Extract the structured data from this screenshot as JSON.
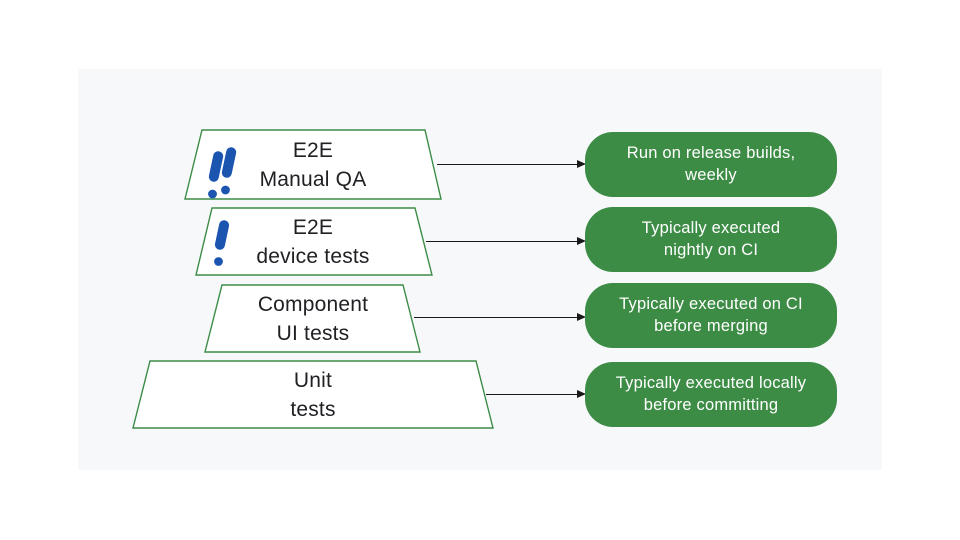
{
  "colors": {
    "green": "#3d8c46",
    "blue": "#1b55b0",
    "text-dark": "#202124",
    "arrow": "#1a1a1a",
    "panel-bg": "#f7f8fa",
    "page-bg": "#ffffff",
    "pill-text": "#ffffff"
  },
  "pyramid": {
    "levels": [
      {
        "id": "e2e-manual-qa",
        "line1": "E2E",
        "line2": "Manual QA",
        "priority_icon": "double-exclamation-icon"
      },
      {
        "id": "e2e-device-tests",
        "line1": "E2E",
        "line2": "device tests",
        "priority_icon": "single-exclamation-icon"
      },
      {
        "id": "component-ui-tests",
        "line1": "Component",
        "line2": "UI tests",
        "priority_icon": null
      },
      {
        "id": "unit-tests",
        "line1": "Unit",
        "line2": "tests",
        "priority_icon": null
      }
    ]
  },
  "annotations": [
    {
      "line1": "Run on release builds,",
      "line2": "weekly"
    },
    {
      "line1": "Typically executed",
      "line2": "nightly on CI"
    },
    {
      "line1": "Typically executed on CI",
      "line2": "before merging"
    },
    {
      "line1": "Typically executed locally",
      "line2": "before committing"
    }
  ]
}
